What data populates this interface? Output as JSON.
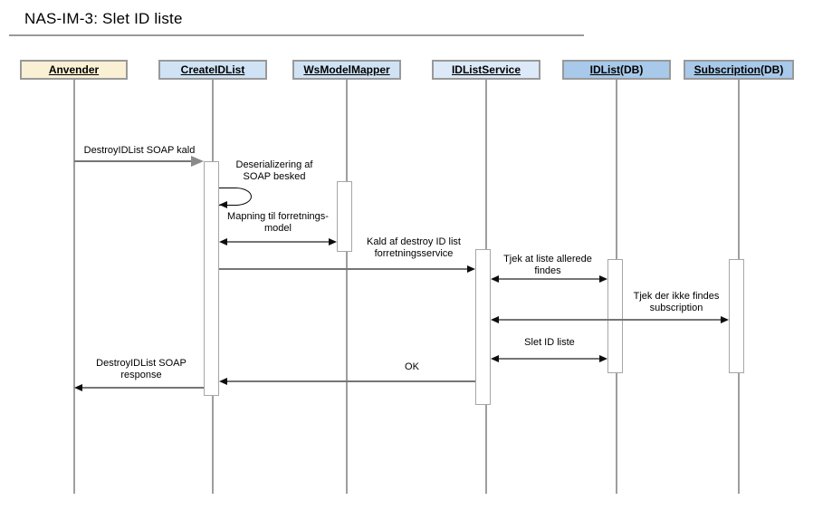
{
  "title": "NAS-IM-3: Slet ID liste",
  "actors": [
    {
      "name": "Anvender",
      "suffix": ""
    },
    {
      "name": "CreateIDList",
      "suffix": ""
    },
    {
      "name": "WsModelMapper",
      "suffix": ""
    },
    {
      "name": "IDListService",
      "suffix": ""
    },
    {
      "name": "IDList",
      "suffix": "(DB)"
    },
    {
      "name": "Subscription",
      "suffix": "(DB)"
    }
  ],
  "messages": [
    {
      "lines": [
        "DestroyIDList SOAP kald"
      ]
    },
    {
      "lines": [
        "Deserializering af",
        "SOAP besked"
      ]
    },
    {
      "lines": [
        "Mapning til forretnings-",
        "model"
      ]
    },
    {
      "lines": [
        "Kald af destroy ID list",
        "forretningsservice"
      ]
    },
    {
      "lines": [
        "Tjek at liste allerede",
        "findes"
      ]
    },
    {
      "lines": [
        "Tjek der ikke findes",
        "subscription"
      ]
    },
    {
      "lines": [
        "Slet ID liste"
      ]
    },
    {
      "lines": [
        "OK"
      ]
    },
    {
      "lines": [
        "DestroyIDList SOAP",
        "response"
      ]
    }
  ],
  "colors": {
    "actor_anvender": "#FAF0D3",
    "actor_component": "#CFE3F5",
    "actor_service": "#DCE9F8",
    "actor_db": "#A8C9E9",
    "line_gray": "#757575",
    "border_gray": "#999999"
  }
}
